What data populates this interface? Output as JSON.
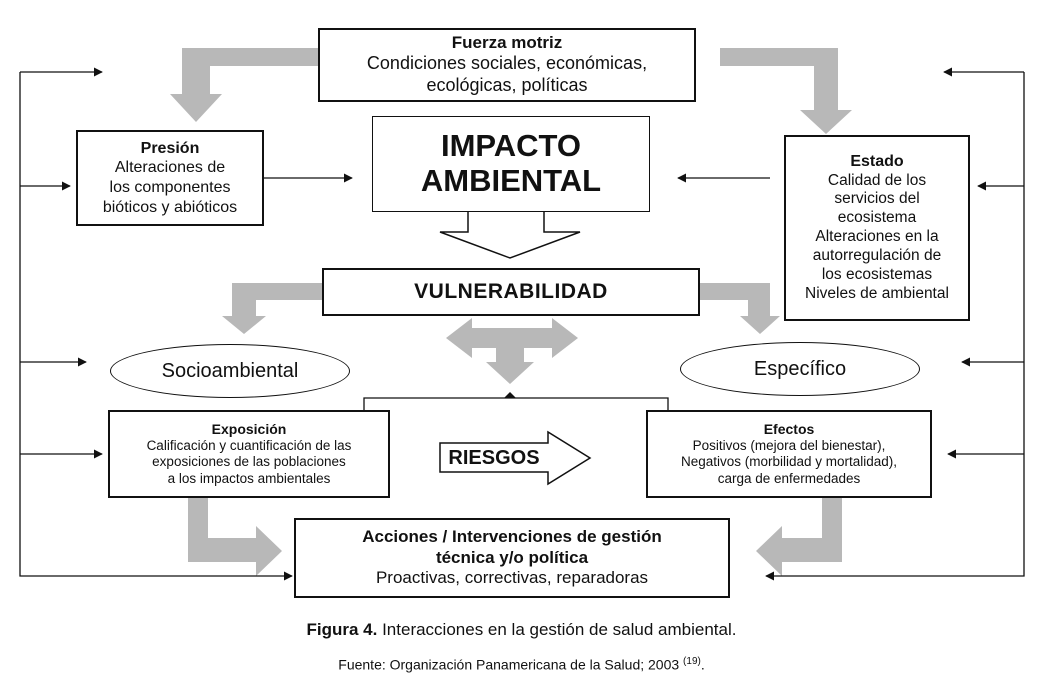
{
  "fuerza_motriz": {
    "title": "Fuerza motriz",
    "lines": [
      "Condiciones sociales, económicas,",
      "ecológicas, políticas"
    ]
  },
  "presion": {
    "title": "Presión",
    "lines": [
      "Alteraciones de",
      "los componentes",
      "bióticos y abióticos"
    ]
  },
  "impacto": {
    "lines": [
      "IMPACTO",
      "AMBIENTAL"
    ]
  },
  "estado": {
    "title": "Estado",
    "lines": [
      "Calidad de los",
      "servicios del",
      "ecosistema",
      "Alteraciones en la",
      "autorregulación de",
      "los ecosistemas",
      "Niveles de ambiental"
    ]
  },
  "vulnerabilidad": {
    "label": "VULNERABILIDAD"
  },
  "socioambiental": {
    "label": "Socioambiental"
  },
  "especifico": {
    "label": "Específico"
  },
  "exposicion": {
    "title": "Exposición",
    "lines": [
      "Calificación y cuantificación de las",
      "exposiciones de las poblaciones",
      "a los impactos ambientales"
    ]
  },
  "riesgos": {
    "label": "RIESGOS"
  },
  "efectos": {
    "title": "Efectos",
    "lines": [
      "Positivos (mejora del bienestar),",
      "Negativos (morbilidad y mortalidad),",
      "carga de enfermedades"
    ]
  },
  "acciones": {
    "title_lines": [
      "Acciones / Intervenciones de gestión",
      "técnica y/o política"
    ],
    "lines": [
      "Proactivas, correctivas, reparadoras"
    ]
  },
  "caption": {
    "figure_label": "Figura 4.",
    "figure_text": " Interacciones en la gestión de salud ambiental.",
    "source": "Fuente: Organización Panamericana de la Salud; 2003 ",
    "source_ref": "(19)",
    "source_end": "."
  },
  "colors": {
    "gray_arrow": "#b8b8b8",
    "line": "#111111"
  }
}
